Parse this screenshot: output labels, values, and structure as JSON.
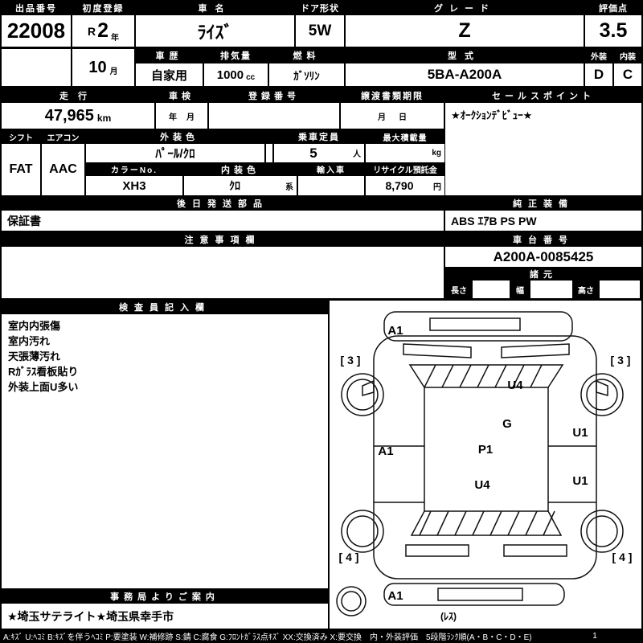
{
  "top": {
    "lot": {
      "label": "出品番号",
      "value": "22008"
    },
    "first_reg": {
      "label": "初度登録",
      "era": "R",
      "year": "2",
      "year_unit": "年",
      "month": "10",
      "month_unit": "月"
    },
    "car_name": {
      "label": "車名",
      "value": "ﾗｲｽﾞ"
    },
    "door": {
      "label": "ドア形状",
      "value": "5W"
    },
    "grade": {
      "label": "グレード",
      "value": "Z"
    },
    "score": {
      "label": "評価点",
      "value": "3.5"
    },
    "history": {
      "label": "車歴",
      "value": "自家用"
    },
    "displacement": {
      "label": "排気量",
      "value": "1000",
      "unit": "cc"
    },
    "fuel": {
      "label": "燃料",
      "value": "ｶﾞｿﾘﾝ"
    },
    "model": {
      "label": "型式",
      "value": "5BA-A200A"
    },
    "exterior": {
      "label": "外装",
      "value": "D"
    },
    "interior": {
      "label": "内装",
      "value": "C"
    }
  },
  "mid": {
    "mileage": {
      "label": "走行",
      "value": "47,965",
      "unit": "km"
    },
    "inspection": {
      "label": "車検",
      "year_unit": "年",
      "month_unit": "月"
    },
    "reg_number": {
      "label": "登録番号"
    },
    "transfer": {
      "label": "譲渡書類期限",
      "month_unit": "月",
      "day_unit": "日"
    },
    "sales_point": {
      "label": "セールスポイント",
      "value": "★ｵｰｸｼｮﾝﾃﾞﾋﾞｭｰ★"
    }
  },
  "specs": {
    "shift": {
      "label": "シフト",
      "value": "FAT"
    },
    "aircon": {
      "label": "エアコン",
      "value": "AAC"
    },
    "ext_color": {
      "label": "外装色",
      "value": "ﾊﾟｰﾙ/ｸﾛ"
    },
    "capacity": {
      "label": "乗車定員",
      "value": "5",
      "unit": "人"
    },
    "max_load": {
      "label": "最大積載量",
      "unit": "kg"
    },
    "color_no": {
      "label": "カラーNo.",
      "value": "XH3"
    },
    "int_color": {
      "label": "内装色",
      "value": "ｸﾛ",
      "unit": "系"
    },
    "import_car": {
      "label": "輸入車"
    },
    "recycle": {
      "label": "リサイクル預託金",
      "value": "8,790",
      "unit": "円"
    }
  },
  "parts": {
    "label": "後日発送部品",
    "value": "保証書"
  },
  "equipment": {
    "label": "純正装備",
    "value": "ABS ｴｱB PS PW"
  },
  "caution": {
    "label": "注意事項欄"
  },
  "chassis": {
    "label": "車台番号",
    "value": "A200A-0085425"
  },
  "dimensions": {
    "label": "諸元",
    "length_label": "長さ",
    "width_label": "幅",
    "height_label": "高さ"
  },
  "inspection_area": {
    "label": "検査員記入欄",
    "notes": [
      "室内内張傷",
      "室内汚れ",
      "天張薄汚れ",
      "Rｶﾞﾗｽ看板貼り",
      "外装上面U多い"
    ]
  },
  "diagram": {
    "labels": [
      {
        "id": "a1-front",
        "text": "A1"
      },
      {
        "id": "3-left",
        "text": "[ 3 ]"
      },
      {
        "id": "3-right",
        "text": "[ 3 ]"
      },
      {
        "id": "u4-windshield",
        "text": "U4"
      },
      {
        "id": "g-roof",
        "text": "G"
      },
      {
        "id": "a1-left-door",
        "text": "A1"
      },
      {
        "id": "p1-roof",
        "text": "P1"
      },
      {
        "id": "u1-right-front",
        "text": "U1"
      },
      {
        "id": "u4-center",
        "text": "U4"
      },
      {
        "id": "u1-right-rear",
        "text": "U1"
      },
      {
        "id": "4-left",
        "text": "[ 4 ]"
      },
      {
        "id": "4-right",
        "text": "[ 4 ]"
      },
      {
        "id": "a1-rear",
        "text": "A1"
      },
      {
        "id": "spare-note",
        "text": "(ﾚｽ)"
      }
    ]
  },
  "office": {
    "label": "事務局よりご案内",
    "value": "★埼玉サテライト★埼玉県幸手市"
  },
  "footer": {
    "legend": "A:ｷｽﾞ U:ﾍｺﾐ B:ｷｽﾞを伴うﾍｺﾐ P:要塗装 W:補修跡 S:錆 C:腐食 G:ﾌﾛﾝﾄｶﾞﾗｽ点ｷｽﾞ XX:交換済み X:要交換　内・外装評価　5段階ﾗﾝｸ順(A・B・C・D・E)",
    "page": "1"
  }
}
